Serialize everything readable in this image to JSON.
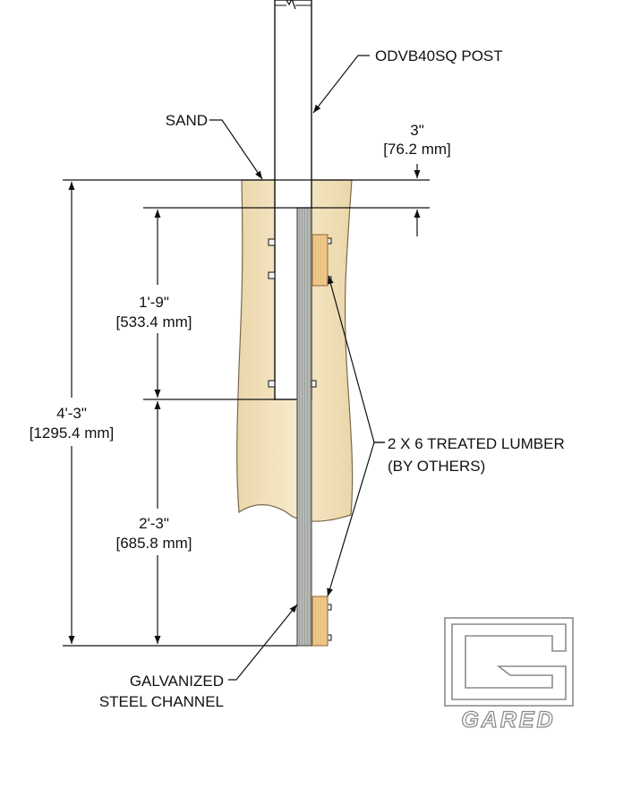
{
  "labels": {
    "post": "ODVB40SQ POST",
    "sand": "SAND",
    "lumber_line1": "2 X 6 TREATED LUMBER",
    "lumber_line2": "(BY OTHERS)",
    "channel_line1": "GALVANIZED",
    "channel_line2": "STEEL CHANNEL"
  },
  "dimensions": {
    "top_offset": {
      "imperial": "3\"",
      "metric": "[76.2 mm]"
    },
    "upper_depth": {
      "imperial": "1'-9\"",
      "metric": "[533.4 mm]"
    },
    "lower_depth": {
      "imperial": "2'-3\"",
      "metric": "[685.8 mm]"
    },
    "total_depth": {
      "imperial": "4'-3\"",
      "metric": "[1295.4 mm]"
    }
  },
  "logo": {
    "text": "GARED"
  },
  "colors": {
    "sand": "#f3e2bc",
    "sand_edge": "#7a6a4a",
    "post": "#ffffff",
    "channel": "#b3b6b1",
    "lumber": "#f2c98d",
    "lumber_edge": "#9c7a45",
    "line": "#111111"
  }
}
